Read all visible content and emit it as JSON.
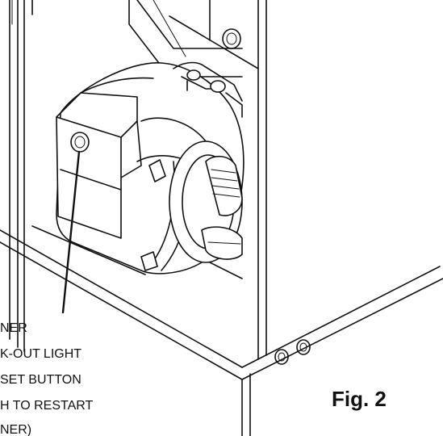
{
  "callout": {
    "lines": [
      "NER",
      "K-OUT LIGHT",
      "SET BUTTON",
      "H TO RESTART",
      "NER)"
    ]
  },
  "figure_label": "Fig. 2"
}
